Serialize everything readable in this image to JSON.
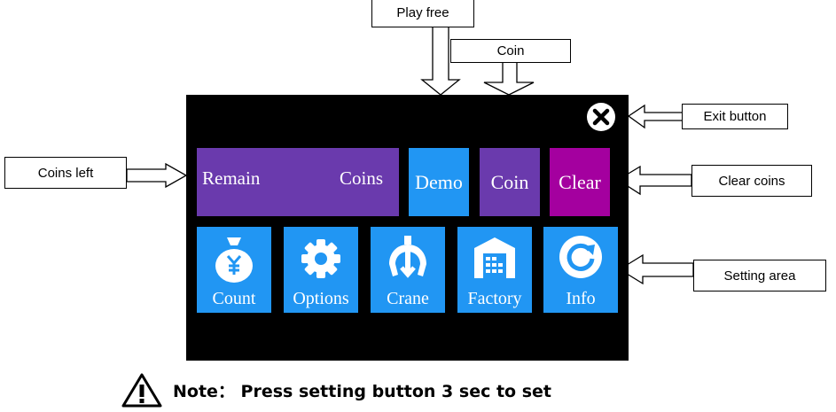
{
  "callouts": {
    "play_free": "Play free",
    "coin": "Coin",
    "exit_button": "Exit button",
    "coins_left": "Coins left",
    "clear_coins": "Clear coins",
    "setting_area": "Setting area"
  },
  "screen": {
    "remain_label": "Remain",
    "coins_label": "Coins",
    "demo": "Demo",
    "coin": "Coin",
    "clear": "Clear",
    "tiles": {
      "count": "Count",
      "options": "Options",
      "crane": "Crane",
      "factory": "Factory",
      "info": "Info"
    }
  },
  "note": "Note： Press setting button 3 sec to set",
  "colors": {
    "purple": "#6a3aad",
    "blue": "#2196f3",
    "magenta": "#a4009f",
    "screen_bg": "#000000"
  },
  "icons": {
    "exit": "close-circle-icon",
    "count": "money-bag-yen-icon",
    "options": "gear-icon",
    "crane": "crane-claw-icon",
    "factory": "warehouse-icon",
    "info": "refresh-icon",
    "note": "warning-triangle-icon"
  }
}
